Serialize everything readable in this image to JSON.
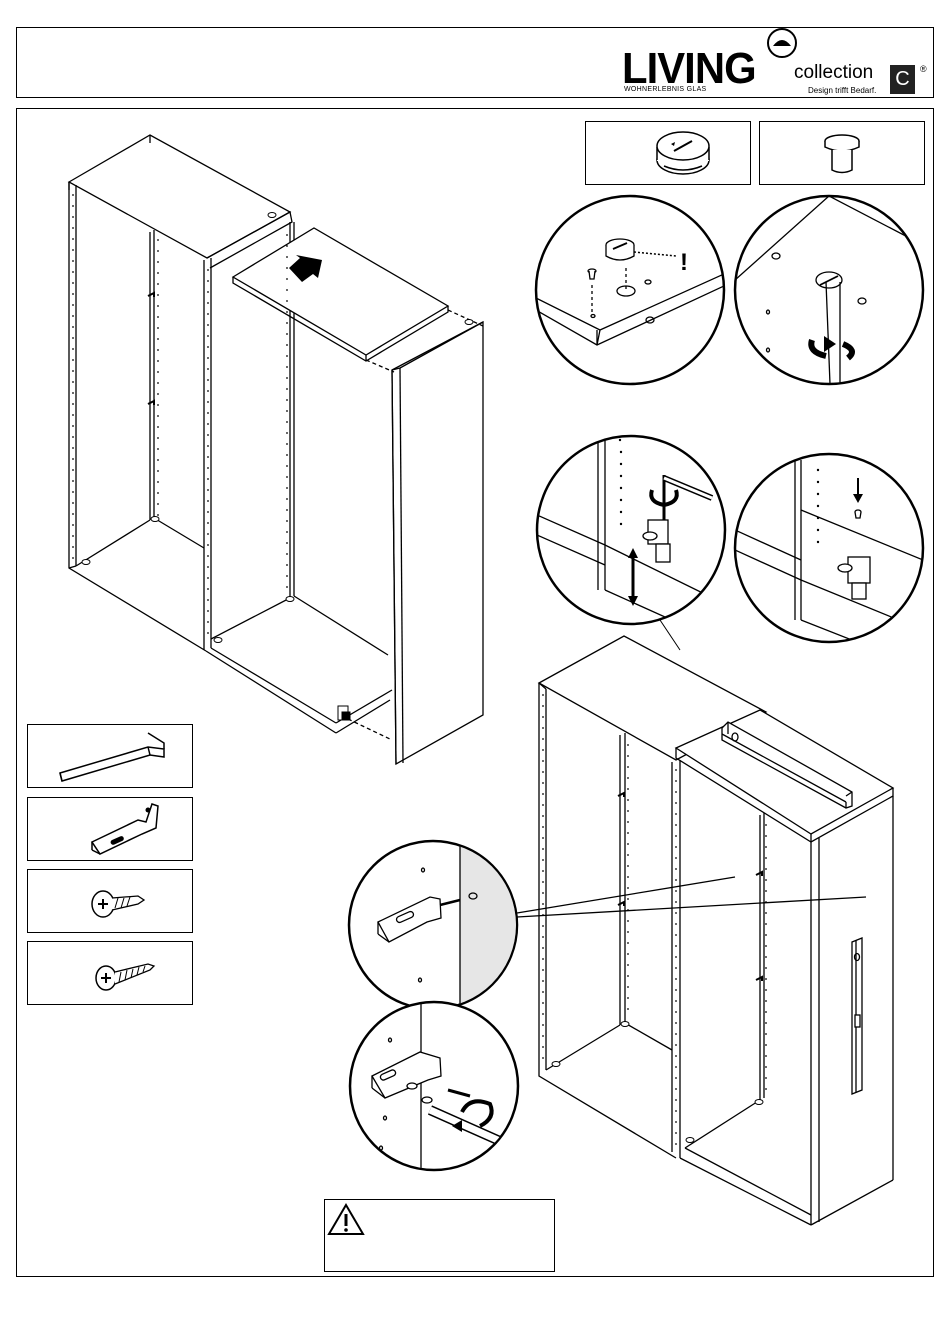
{
  "brand": {
    "name": "LIVING",
    "subtitle": "WOHNERLEBNIS GLAS",
    "collection": "collection",
    "tagline": "Design trifft Bedarf.",
    "badge": "C",
    "registered": "®"
  },
  "icons": {
    "cam-lock": "cam-lock-icon",
    "dowel": "dowel-icon",
    "allen-key": "allen-key-icon",
    "mounting-bracket": "mounting-bracket-icon",
    "wafer-screw": "wafer-screw-icon",
    "countersunk-screw": "countersunk-screw-icon",
    "warning": "warning-triangle-icon"
  },
  "callout": {
    "exclamation": "!"
  },
  "colors": {
    "line": "#000000",
    "wall_shade": "#e6e6e6",
    "badge": "#222222"
  }
}
